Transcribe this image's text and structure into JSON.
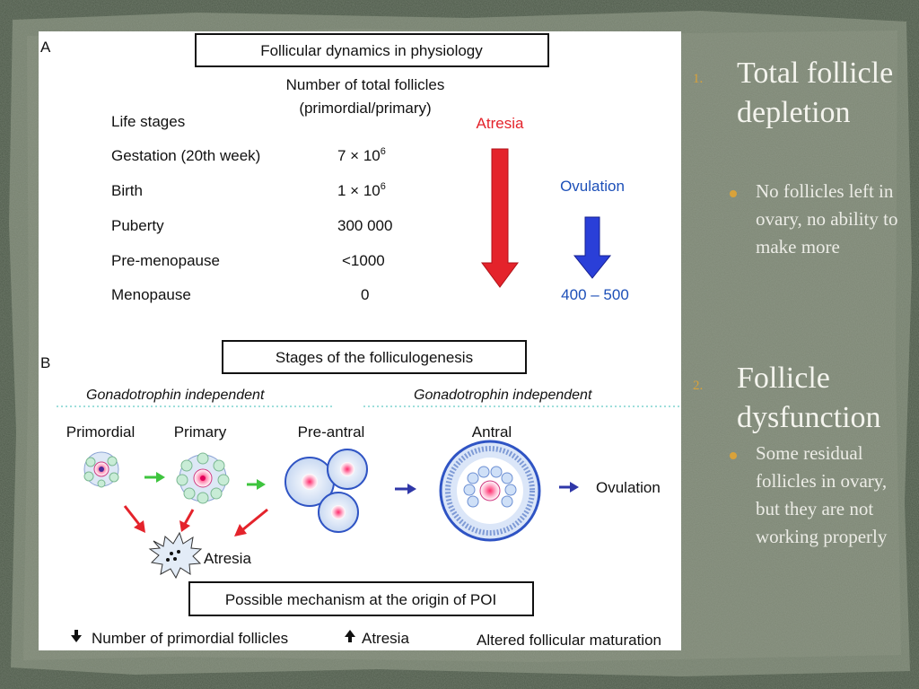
{
  "figure": {
    "panel_a": {
      "letter": "A",
      "title": "Follicular dynamics in physiology",
      "col_header_1": "Number of total follicles",
      "col_header_2": "(primordial/primary)",
      "life_stages_label": "Life stages",
      "rows": [
        {
          "stage": "Gestation (20th week)",
          "count_base": "7 × 10",
          "count_exp": "6"
        },
        {
          "stage": "Birth",
          "count_base": "1 × 10",
          "count_exp": "6"
        },
        {
          "stage": "Puberty",
          "count_base": "300 000",
          "count_exp": ""
        },
        {
          "stage": "Pre-menopause",
          "count_base": "<1000",
          "count_exp": ""
        },
        {
          "stage": "Menopause",
          "count_base": "0",
          "count_exp": ""
        }
      ],
      "atresia_label": "Atresia",
      "ovulation_label": "Ovulation",
      "ovulation_value": "400 – 500",
      "colors": {
        "atresia": "#e4232b",
        "ovulation": "#2a3fd8",
        "ovulation_text": "#1c4fb8"
      }
    },
    "panel_b": {
      "letter": "B",
      "title": "Stages of the folliculogenesis",
      "phase_left": "Gonadotrophin independent",
      "phase_right": "Gonadotrophin independent",
      "stages": [
        "Primordial",
        "Primary",
        "Pre-antral",
        "Antral"
      ],
      "ovulation_label": "Ovulation",
      "atresia_label": "Atresia"
    },
    "mechanism": {
      "title": "Possible mechanism at the origin of POI",
      "item_1": "Number of primordial follicles",
      "item_2": "Atresia",
      "item_3": "Altered follicular maturation"
    }
  },
  "points": [
    {
      "number": "1.",
      "heading": "Total follicle depletion",
      "sub": "No follicles left in ovary, no ability to make more"
    },
    {
      "number": "2.",
      "heading": "Follicle dysfunction",
      "sub": "Some residual follicles in ovary, but they are not working properly"
    }
  ],
  "colors": {
    "background": "#4c5848",
    "accent": "#d9a23a"
  }
}
